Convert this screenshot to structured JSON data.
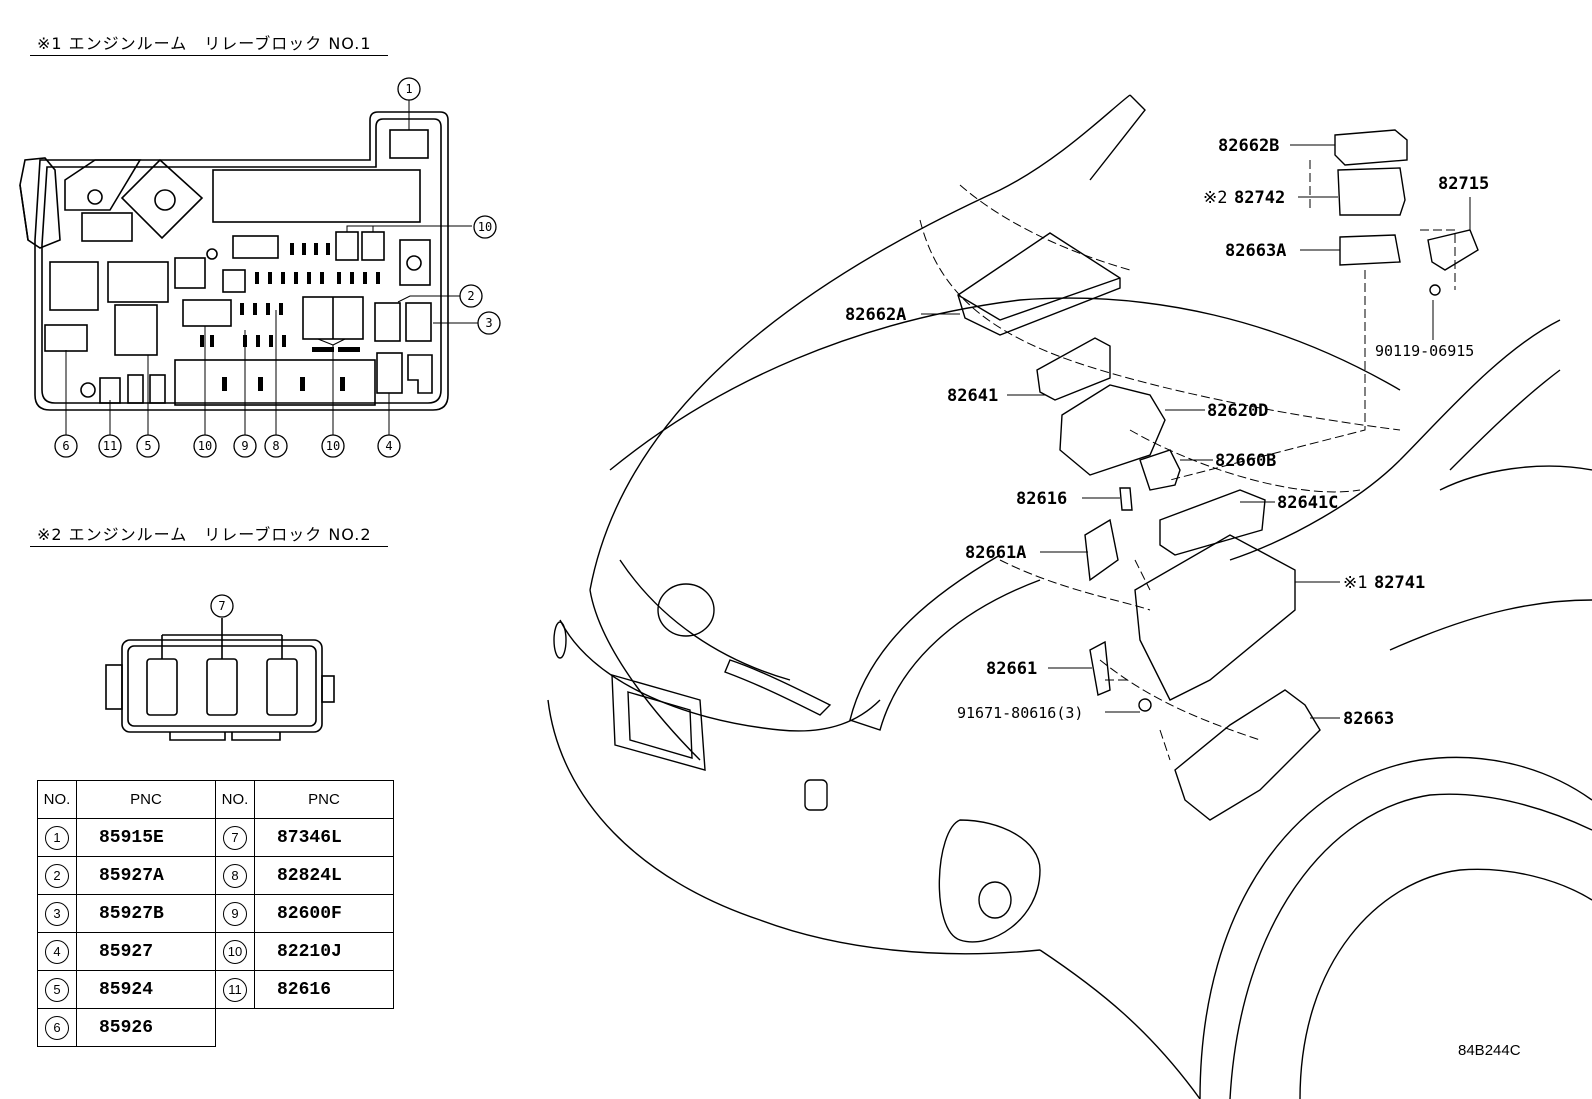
{
  "captions": {
    "block1": "※1 エンジンルーム　リレーブロック NO.1",
    "block2": "※2 エンジンルーム　リレーブロック NO.2"
  },
  "block1_callouts": [
    "1",
    "10",
    "2",
    "3",
    "6",
    "11",
    "5",
    "10",
    "9",
    "8",
    "10",
    "4"
  ],
  "block2_callout": "7",
  "table": {
    "headers": [
      "NO.",
      "PNC",
      "NO.",
      "PNC"
    ],
    "rows": [
      {
        "no_a": "1",
        "pnc_a": "85915E",
        "no_b": "7",
        "pnc_b": "87346L"
      },
      {
        "no_a": "2",
        "pnc_a": "85927A",
        "no_b": "8",
        "pnc_b": "82824L"
      },
      {
        "no_a": "3",
        "pnc_a": "85927B",
        "no_b": "9",
        "pnc_b": "82600F"
      },
      {
        "no_a": "4",
        "pnc_a": "85927",
        "no_b": "10",
        "pnc_b": "82210J"
      },
      {
        "no_a": "5",
        "pnc_a": "85924",
        "no_b": "11",
        "pnc_b": "82616"
      },
      {
        "no_a": "6",
        "pnc_a": "85926",
        "no_b": "",
        "pnc_b": ""
      }
    ]
  },
  "parts": {
    "p82662B": "82662B",
    "p82742_mark": "※2",
    "p82742": "82742",
    "p82715": "82715",
    "p82663A": "82663A",
    "p82662A": "82662A",
    "p90119": "90119-06915",
    "p82641": "82641",
    "p82620D": "82620D",
    "p82660B": "82660B",
    "p82616": "82616",
    "p82641C": "82641C",
    "p82661A": "82661A",
    "p82741_mark": "※1",
    "p82741": "82741",
    "p82661": "82661",
    "p91671": "91671-80616(3)",
    "p82663": "82663"
  },
  "figure_code": "84B244C"
}
